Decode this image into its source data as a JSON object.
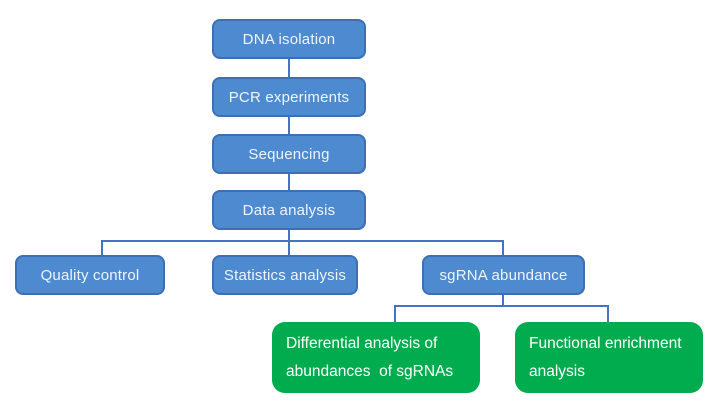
{
  "diagram": {
    "background_color": "#ffffff",
    "colors": {
      "process_box_fill": "#4e8acf",
      "process_box_border": "#3c6fb6",
      "result_box_fill": "#00ac4d",
      "connector_line": "#4472c4",
      "box_text": "#ffffff"
    },
    "pipeline": [
      {
        "label": "DNA isolation"
      },
      {
        "label": "PCR experiments"
      },
      {
        "label": "Sequencing"
      },
      {
        "label": "Data analysis"
      }
    ],
    "analysis_branches": [
      {
        "label": "Quality control"
      },
      {
        "label": "Statistics analysis"
      },
      {
        "label": "sgRNA abundance"
      }
    ],
    "abundance_branches": [
      {
        "lines": [
          "Differential analysis of",
          "abundances  of sgRNAs"
        ]
      },
      {
        "lines": [
          "Functional enrichment",
          "analysis"
        ]
      }
    ]
  }
}
